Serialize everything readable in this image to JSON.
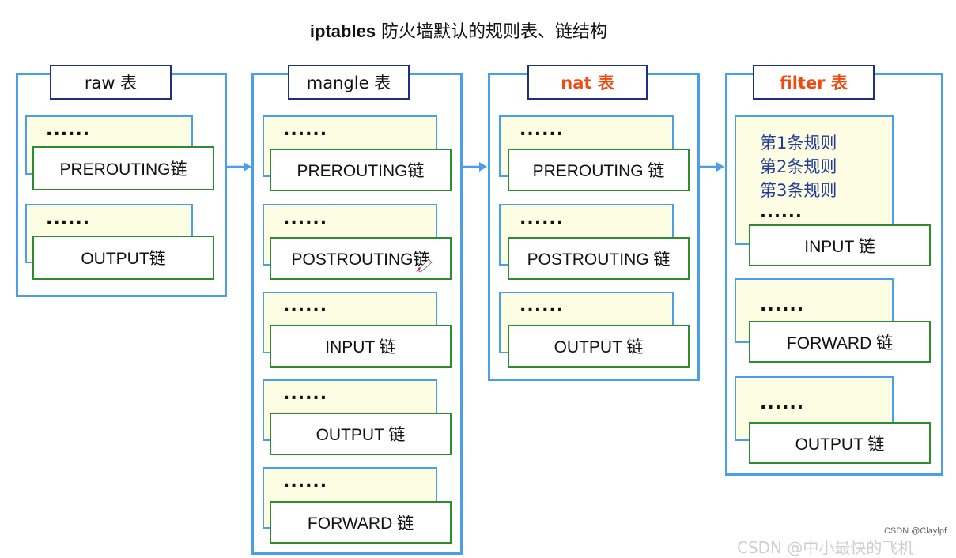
{
  "title_bold": "iptables",
  "title_rest": " 防火墙默认的规则表、链结构",
  "tables": [
    {
      "name": "raw 表",
      "highlight": false,
      "chains": [
        {
          "dots": "......",
          "label": "PREROUTING链"
        },
        {
          "dots": "......",
          "label": "OUTPUT链"
        }
      ]
    },
    {
      "name": "mangle 表",
      "highlight": false,
      "chains": [
        {
          "dots": "......",
          "label": "PREROUTING链"
        },
        {
          "dots": "......",
          "label": "POSTROUTING链"
        },
        {
          "dots": "......",
          "label": "INPUT 链"
        },
        {
          "dots": "......",
          "label": "OUTPUT 链"
        },
        {
          "dots": "......",
          "label": "FORWARD 链"
        }
      ]
    },
    {
      "name": "nat 表",
      "highlight": true,
      "chains": [
        {
          "dots": "......",
          "label": "PREROUTING 链"
        },
        {
          "dots": "......",
          "label": "POSTROUTING 链"
        },
        {
          "dots": "......",
          "label": "OUTPUT 链"
        }
      ]
    },
    {
      "name": "filter 表",
      "highlight": true,
      "chains": [
        {
          "rules": [
            "第1条规则",
            "第2条规则",
            "第3条规则"
          ],
          "dots": "......",
          "label": "INPUT 链"
        },
        {
          "dots": "......",
          "label": "FORWARD 链"
        },
        {
          "dots": "......",
          "label": "OUTPUT 链"
        }
      ]
    }
  ],
  "watermark": "CSDN @Claylpf",
  "watermark_faded": "CSDN @中小最快的飞机",
  "colors": {
    "table_border": "#4a9fe8",
    "chain_border": "#2e8b2e",
    "note_fill": "#fdfde3",
    "highlight_text": "#f04a10",
    "rule_text": "#1f3a9a"
  }
}
